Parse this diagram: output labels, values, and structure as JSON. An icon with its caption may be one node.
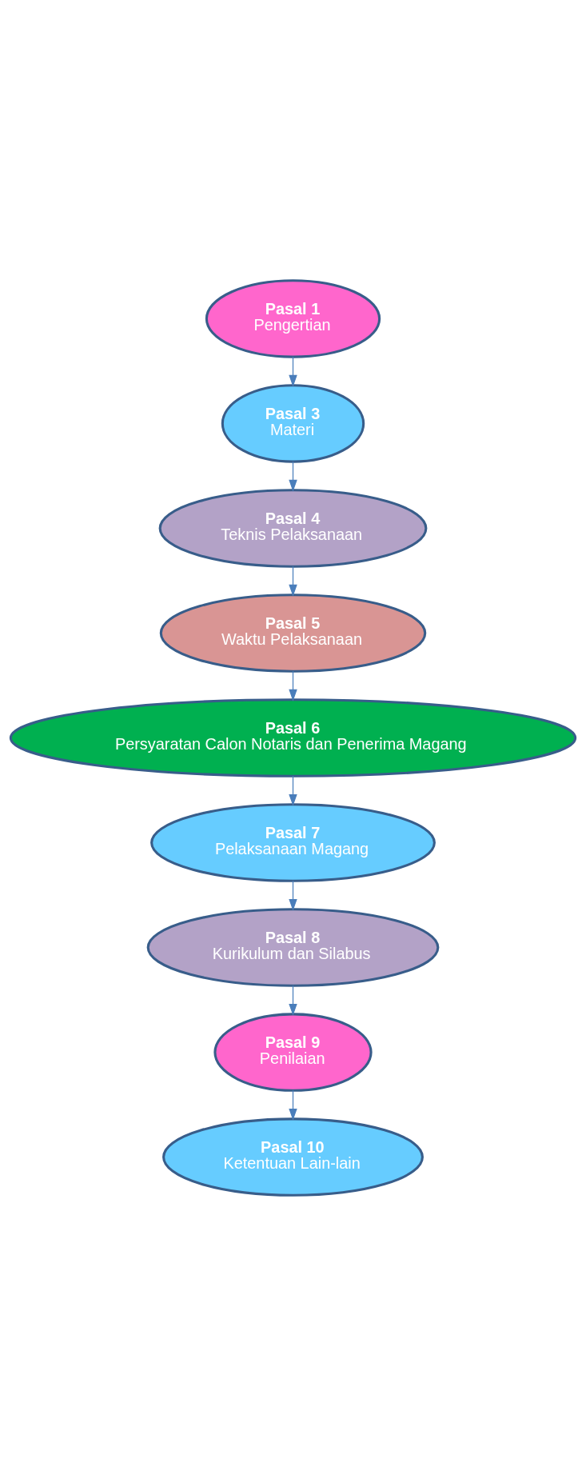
{
  "diagram": {
    "nodes": [
      {
        "text": [
          "Pasal 1",
          "Pengertian"
        ]
      },
      {
        "text": [
          "Pasal 3",
          "Materi"
        ]
      },
      {
        "text": [
          "Pasal 4",
          "Teknis Pelaksanaan"
        ]
      },
      {
        "text": [
          "Pasal 5",
          "Waktu Pelaksanaan"
        ]
      },
      {
        "text": [
          "Pasal 6",
          "Persyaratan Calon Notaris dan Penerima Magang"
        ]
      },
      {
        "text": [
          "Pasal 7",
          "Pelaksanaan Magang"
        ]
      },
      {
        "text": [
          "Pasal 8",
          "Kurikulum dan Silabus"
        ]
      },
      {
        "text": [
          "Pasal 9",
          "Penilaian"
        ]
      },
      {
        "text": [
          "Pasal 10",
          "Ketentuan Lain-lain"
        ]
      }
    ],
    "edges": [
      {
        "from": 0,
        "to": 1,
        "arrow": "to"
      },
      {
        "from": 1,
        "to": 2,
        "arrow": "to"
      },
      {
        "from": 2,
        "to": 3,
        "arrow": "to"
      },
      {
        "from": 3,
        "to": 4,
        "arrow": "to"
      },
      {
        "from": 4,
        "to": 5,
        "arrow": "to"
      },
      {
        "from": 5,
        "to": 6,
        "arrow": "to"
      },
      {
        "from": 6,
        "to": 7,
        "arrow": "to"
      },
      {
        "from": 7,
        "to": 8,
        "arrow": "to"
      }
    ]
  }
}
